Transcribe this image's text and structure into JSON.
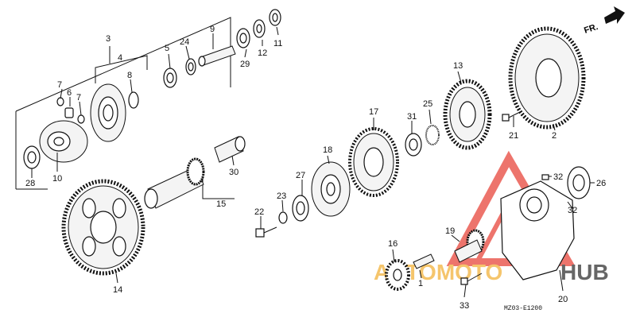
{
  "diagram": {
    "orientation_label": "FR.",
    "diagram_code": "MZ03-E1200",
    "watermark": {
      "text_a": "AUTOMOTO",
      "text_b": "HUB",
      "color_a": "#f2b23c",
      "color_b": "#333333",
      "tri_color": "#e8463c"
    },
    "callouts": [
      {
        "key": "c1",
        "text": "1"
      },
      {
        "key": "c2",
        "text": "2"
      },
      {
        "key": "c3",
        "text": "3"
      },
      {
        "key": "c4",
        "text": "4"
      },
      {
        "key": "c5",
        "text": "5"
      },
      {
        "key": "c6",
        "text": "6"
      },
      {
        "key": "c7a",
        "text": "7"
      },
      {
        "key": "c7b",
        "text": "7"
      },
      {
        "key": "c8",
        "text": "8"
      },
      {
        "key": "c9",
        "text": "9"
      },
      {
        "key": "c10",
        "text": "10"
      },
      {
        "key": "c11",
        "text": "11"
      },
      {
        "key": "c12",
        "text": "12"
      },
      {
        "key": "c13",
        "text": "13"
      },
      {
        "key": "c14",
        "text": "14"
      },
      {
        "key": "c15",
        "text": "15"
      },
      {
        "key": "c16",
        "text": "16"
      },
      {
        "key": "c17",
        "text": "17"
      },
      {
        "key": "c18",
        "text": "18"
      },
      {
        "key": "c19",
        "text": "19"
      },
      {
        "key": "c20",
        "text": "20"
      },
      {
        "key": "c21",
        "text": "21"
      },
      {
        "key": "c22",
        "text": "22"
      },
      {
        "key": "c23",
        "text": "23"
      },
      {
        "key": "c24",
        "text": "24"
      },
      {
        "key": "c25",
        "text": "25"
      },
      {
        "key": "c26",
        "text": "26"
      },
      {
        "key": "c27",
        "text": "27"
      },
      {
        "key": "c28",
        "text": "28"
      },
      {
        "key": "c29",
        "text": "29"
      },
      {
        "key": "c30",
        "text": "30"
      },
      {
        "key": "c31",
        "text": "31"
      },
      {
        "key": "c32a",
        "text": "32"
      },
      {
        "key": "c32b",
        "text": "32"
      },
      {
        "key": "c33",
        "text": "33"
      }
    ]
  }
}
